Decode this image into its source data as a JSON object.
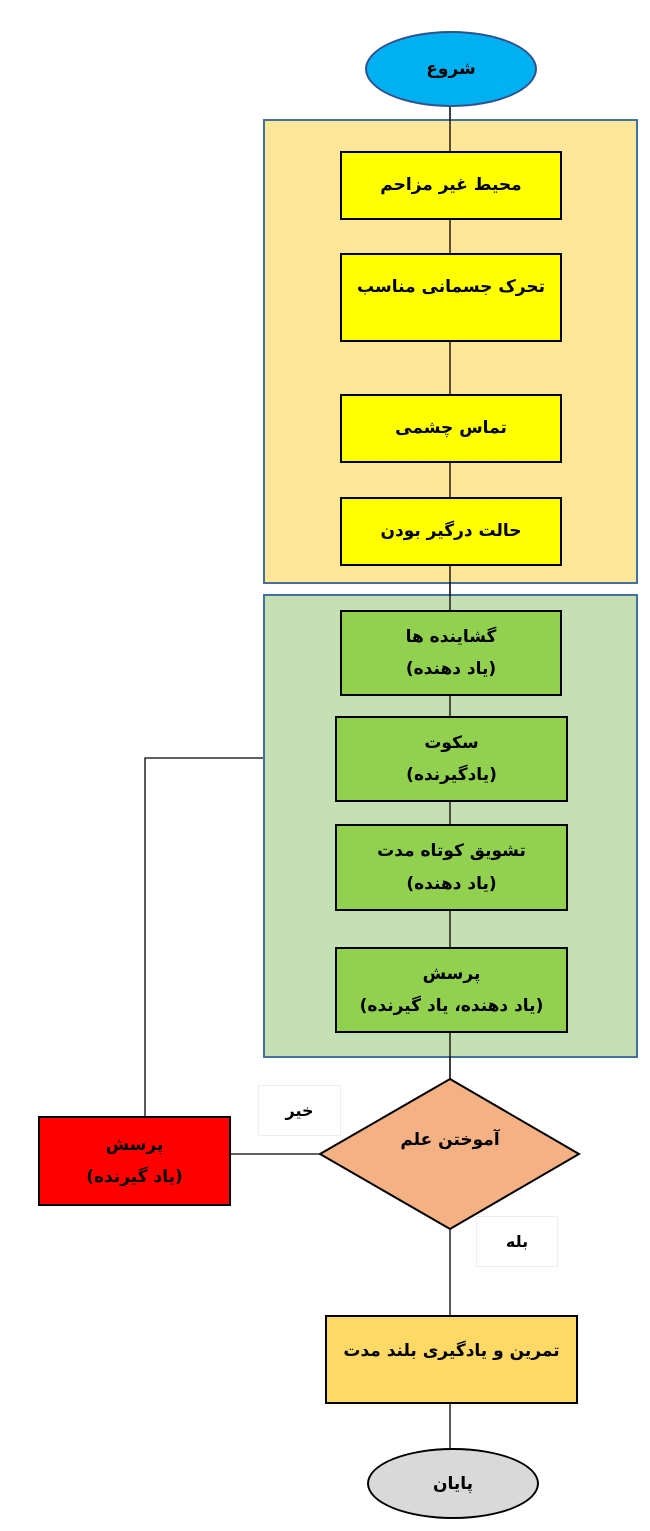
{
  "start": "شروع",
  "yellow_group": [
    "محیط غیر مزاحم",
    "تحرک جسمانی مناسب",
    "تماس چشمی",
    "حالت درگیر بودن"
  ],
  "green_group": [
    {
      "title": "گشاینده ها",
      "role": "(یاد دهنده)"
    },
    {
      "title": "سکوت",
      "role": "(یادگیرنده)"
    },
    {
      "title": "تشویق کوتاه مدت",
      "role": "(یاد دهنده)"
    },
    {
      "title": "پرسش",
      "role": "(یاد دهنده، یاد گیرنده)"
    }
  ],
  "decision": "آموختن علم",
  "no_label": "خیر",
  "yes_label": "بله",
  "no_branch": {
    "title": "پرسش",
    "role": "(یاد گیرنده)"
  },
  "final_step": "تمرین و یادگیری بلند مدت",
  "end": "پایان",
  "colors": {
    "start": "#00B0F0",
    "yellow_panel": "#FFE699",
    "yellow_box": "#FFFF00",
    "green_panel": "#C5E0B4",
    "green_box": "#92D050",
    "decision": "#F4B183",
    "no_box": "#FF0000",
    "final": "#FFD966",
    "end": "#D9D9D9"
  }
}
